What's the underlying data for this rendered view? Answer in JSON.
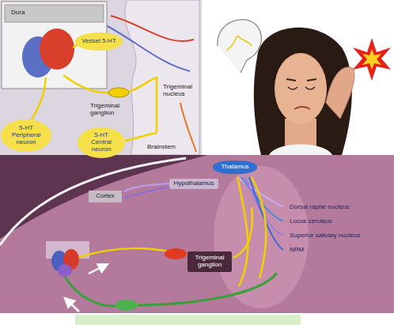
{
  "diagram": {
    "nodes": [
      {
        "text": [
          "Vessel 5-HT"
        ]
      },
      {
        "text": [
          "5-HT Peripheral neuron"
        ]
      },
      {
        "text": [
          "5-HT Central neuron"
        ]
      },
      {
        "text": [
          "Thalamus"
        ]
      },
      {
        "text": [
          "Hypothalamus"
        ]
      },
      {
        "text": [
          "Cortex"
        ]
      },
      {
        "text": [
          "Trigeminal ganglion"
        ]
      }
    ],
    "labels": [
      "Dura",
      "Trigeminal ganglion",
      "Trigeminal nucleus",
      "Brainstem",
      "Dorsal raphe nucleus",
      "Locus ceruleus",
      "Superior salivary nucleus",
      "NRM"
    ]
  }
}
